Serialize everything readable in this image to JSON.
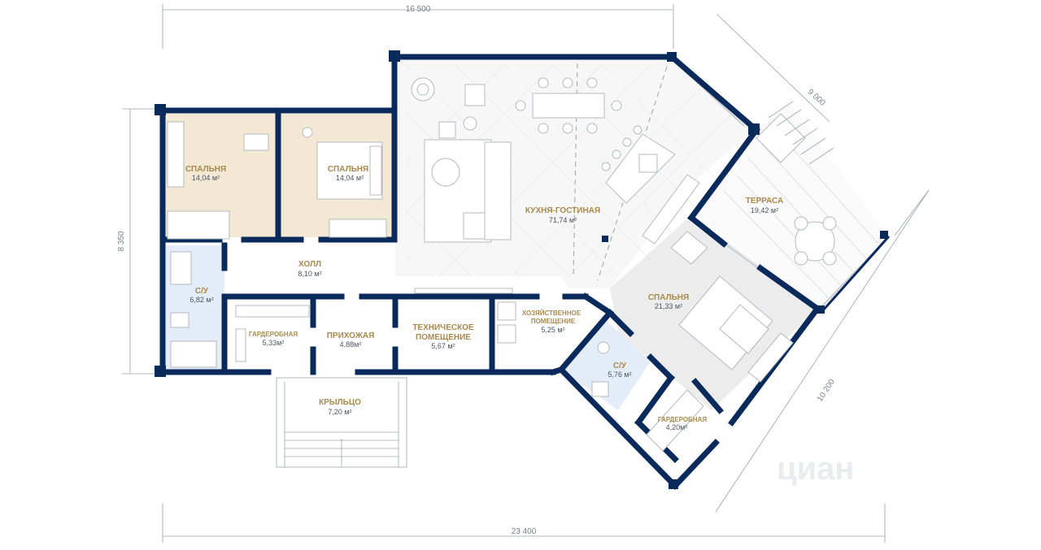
{
  "colors": {
    "wall": "#0b2a5c",
    "label": "#a88a4e",
    "bedroom_fill": "#f2e8d4",
    "bath_fill": "#e4ecf7",
    "master_fill": "#ececec"
  },
  "dimensions": {
    "top": "16 500",
    "bottom": "23 400",
    "left": "8 350",
    "terrace_top": "9 000",
    "right_diag": "10 200"
  },
  "rooms": {
    "bed1": {
      "name": "СПАЛЬНЯ",
      "area": "14,04 м²"
    },
    "bed2": {
      "name": "СПАЛЬНЯ",
      "area": "14,04 м²"
    },
    "kitchen": {
      "name": "КУХНЯ-ГОСТИНАЯ",
      "area": "71,74 м²"
    },
    "terrace": {
      "name": "ТЕРРАСА",
      "area": "19,42 м²"
    },
    "hall": {
      "name": "ХОЛЛ",
      "area": "8,10 м²"
    },
    "bath1": {
      "name": "С/У",
      "area": "6,82 м²"
    },
    "wardrobe1": {
      "name": "ГАРДЕРОБНАЯ",
      "area": "5,33м²"
    },
    "entry": {
      "name": "ПРИХОЖАЯ",
      "area": "4,88м²"
    },
    "tech": {
      "name1": "ТЕХНИЧЕСКОЕ",
      "name2": "ПОМЕЩЕНИЕ",
      "area": "5,67 м²"
    },
    "utility": {
      "name1": "ХОЗЯЙСТВЕННОЕ",
      "name2": "ПОМЕЩЕНИЕ",
      "area": "5,25 м²"
    },
    "master": {
      "name": "СПАЛЬНЯ",
      "area": "21,33 м²"
    },
    "bath2": {
      "name": "С/У",
      "area": "5,76 м²"
    },
    "wardrobe2": {
      "name": "ГАРДЕРОБНАЯ",
      "area": "4,20м²"
    },
    "porch": {
      "name": "КРЫЛЬЦО",
      "area": "7,20 м²"
    }
  },
  "watermark": "циан"
}
